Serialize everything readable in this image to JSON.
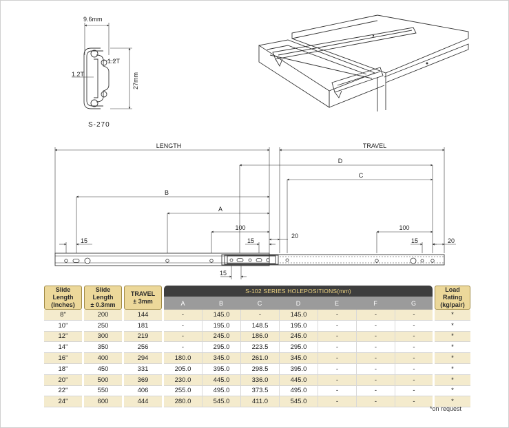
{
  "profile": {
    "model_label": "S-270",
    "width_dim": "9.6mm",
    "height_dim": "27mm",
    "thickness_outer": "1.2T",
    "thickness_inner": "1.2T"
  },
  "dimension_labels": {
    "length": "LENGTH",
    "travel": "TRAVEL",
    "a": "A",
    "b": "B",
    "c": "C",
    "d": "D",
    "hundred_left": "100",
    "hundred_right": "100",
    "fifteen_left": "15",
    "fifteen_mid": "15",
    "fifteen_right": "15",
    "fifteen_bottom": "15",
    "twenty_mid": "20",
    "twenty_right": "20"
  },
  "table": {
    "headers": {
      "slide_length": [
        "Slide Length",
        "(Inches)"
      ],
      "slide_length_mm": [
        "Slide Length",
        "± 0.3mm"
      ],
      "travel": [
        "TRAVEL",
        "± 3mm"
      ],
      "series": "S-102 SERIES HOLEPOSITIONS(mm)",
      "letters": [
        "A",
        "B",
        "C",
        "D",
        "E",
        "F",
        "G"
      ],
      "load": [
        "Load Rating",
        "(kg/pair)"
      ]
    },
    "rows": [
      {
        "inch": "8\"",
        "mm": "200",
        "travel": "144",
        "a": "-",
        "b": "145.0",
        "c": "-",
        "d": "145.0",
        "e": "-",
        "f": "-",
        "g": "-",
        "load": "*"
      },
      {
        "inch": "10\"",
        "mm": "250",
        "travel": "181",
        "a": "-",
        "b": "195.0",
        "c": "148.5",
        "d": "195.0",
        "e": "-",
        "f": "-",
        "g": "-",
        "load": "*"
      },
      {
        "inch": "12\"",
        "mm": "300",
        "travel": "219",
        "a": "-",
        "b": "245.0",
        "c": "186.0",
        "d": "245.0",
        "e": "-",
        "f": "-",
        "g": "-",
        "load": "*"
      },
      {
        "inch": "14\"",
        "mm": "350",
        "travel": "256",
        "a": "-",
        "b": "295.0",
        "c": "223.5",
        "d": "295.0",
        "e": "-",
        "f": "-",
        "g": "-",
        "load": "*"
      },
      {
        "inch": "16\"",
        "mm": "400",
        "travel": "294",
        "a": "180.0",
        "b": "345.0",
        "c": "261.0",
        "d": "345.0",
        "e": "-",
        "f": "-",
        "g": "-",
        "load": "*"
      },
      {
        "inch": "18\"",
        "mm": "450",
        "travel": "331",
        "a": "205.0",
        "b": "395.0",
        "c": "298.5",
        "d": "395.0",
        "e": "-",
        "f": "-",
        "g": "-",
        "load": "*"
      },
      {
        "inch": "20\"",
        "mm": "500",
        "travel": "369",
        "a": "230.0",
        "b": "445.0",
        "c": "336.0",
        "d": "445.0",
        "e": "-",
        "f": "-",
        "g": "-",
        "load": "*"
      },
      {
        "inch": "22\"",
        "mm": "550",
        "travel": "406",
        "a": "255.0",
        "b": "495.0",
        "c": "373.5",
        "d": "495.0",
        "e": "-",
        "f": "-",
        "g": "-",
        "load": "*"
      },
      {
        "inch": "24\"",
        "mm": "600",
        "travel": "444",
        "a": "280.0",
        "b": "545.0",
        "c": "411.0",
        "d": "545.0",
        "e": "-",
        "f": "-",
        "g": "-",
        "load": "*"
      }
    ],
    "footnote": "*on request"
  },
  "colors": {
    "header_gold": "#ecd89a",
    "header_dark": "#3e3e3e",
    "header_gray": "#9b9b9b",
    "row_tint": "#f4ebcd",
    "series_text": "#f1d783"
  }
}
